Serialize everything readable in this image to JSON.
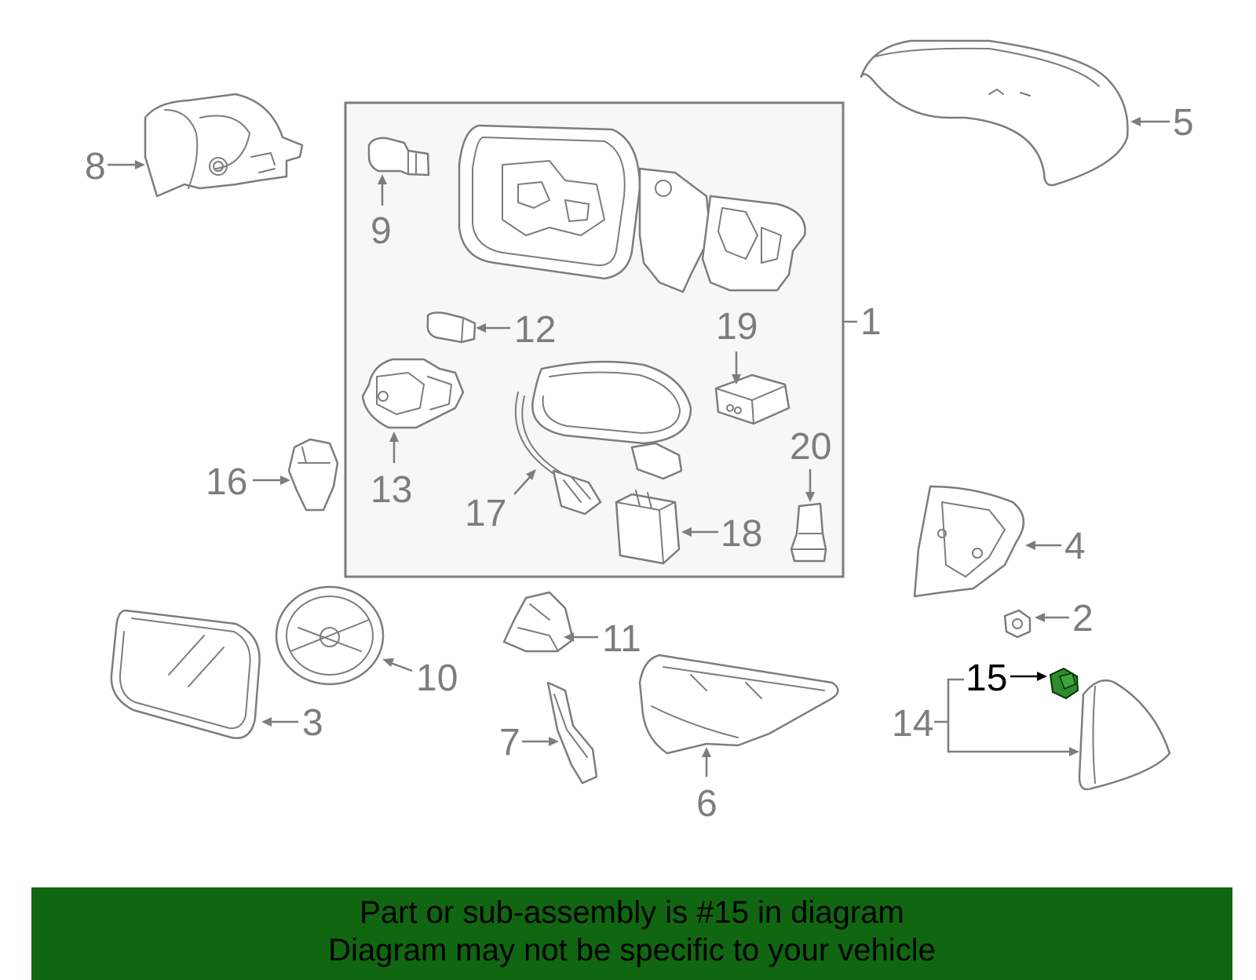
{
  "diagram": {
    "highlighted_part": "15",
    "highlight_color": "#2e8b2e",
    "callouts": {
      "c1": "1",
      "c2": "2",
      "c3": "3",
      "c4": "4",
      "c5": "5",
      "c6": "6",
      "c7": "7",
      "c8": "8",
      "c9": "9",
      "c10": "10",
      "c11": "11",
      "c12": "12",
      "c13": "13",
      "c14": "14",
      "c15": "15",
      "c16": "16",
      "c17": "17",
      "c18": "18",
      "c19": "19",
      "c20": "20"
    }
  },
  "banner": {
    "background": "#116611",
    "line1": "Part or sub-assembly is #15 in diagram",
    "line2": "Diagram may not be specific to your vehicle"
  }
}
